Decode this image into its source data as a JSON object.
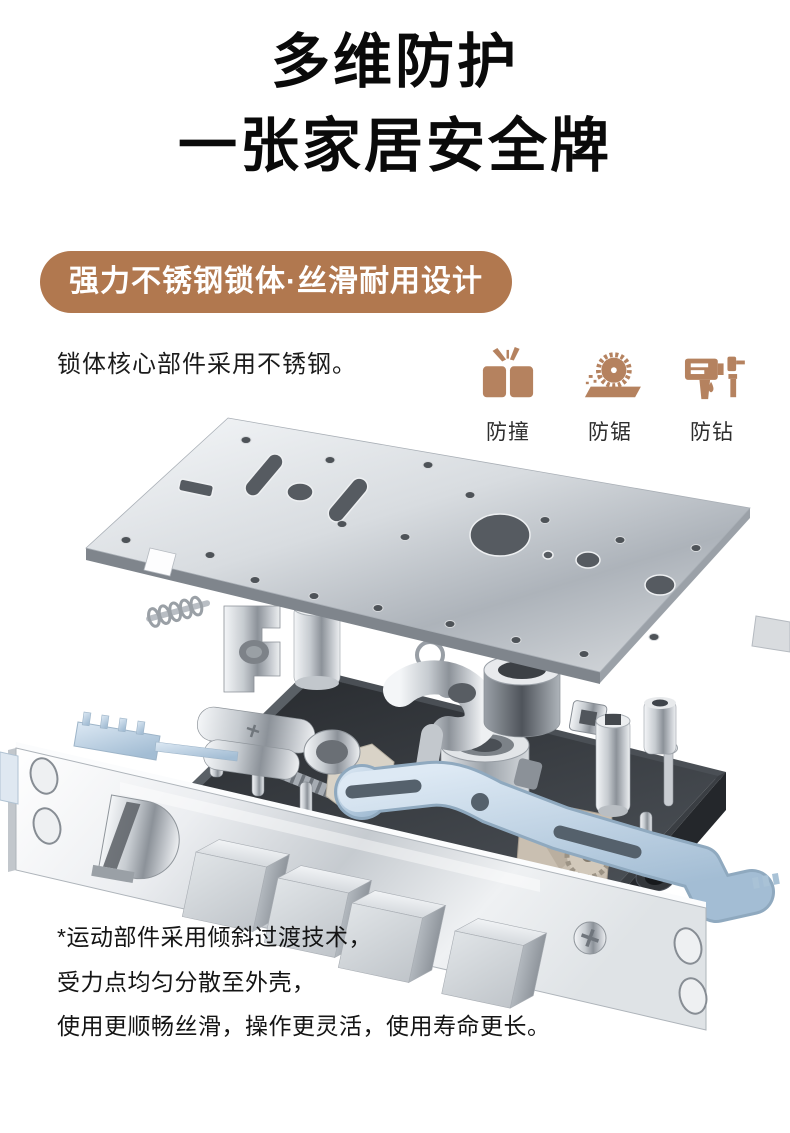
{
  "page": {
    "title_line1": "多维防护",
    "title_line2": "一张家居安全牌"
  },
  "section": {
    "badge": "强力不锈钢锁体·丝滑耐用设计",
    "description": "锁体核心部件采用不锈钢。",
    "features": [
      {
        "icon": "anti-impact-icon",
        "label": "防撞"
      },
      {
        "icon": "anti-saw-icon",
        "label": "防锯"
      },
      {
        "icon": "anti-drill-icon",
        "label": "防钻"
      }
    ]
  },
  "footnote": {
    "lines": [
      "*运动部件采用倾斜过渡技术，",
      "受力点均匀分散至外壳，",
      "使用更顺畅丝滑，操作更灵活，使用寿命更长。"
    ]
  },
  "colors": {
    "badge_bg": "#b1784f",
    "feature_icon": "#b5825f",
    "title_text": "#0a0a0a",
    "body_text": "#1b1b1b",
    "mechanism_blue": "#b9cfe2",
    "metal_light": "#e8eaed",
    "metal_dark": "#3a3e43"
  },
  "image": {
    "alt": "exploded stainless steel lock body render"
  }
}
